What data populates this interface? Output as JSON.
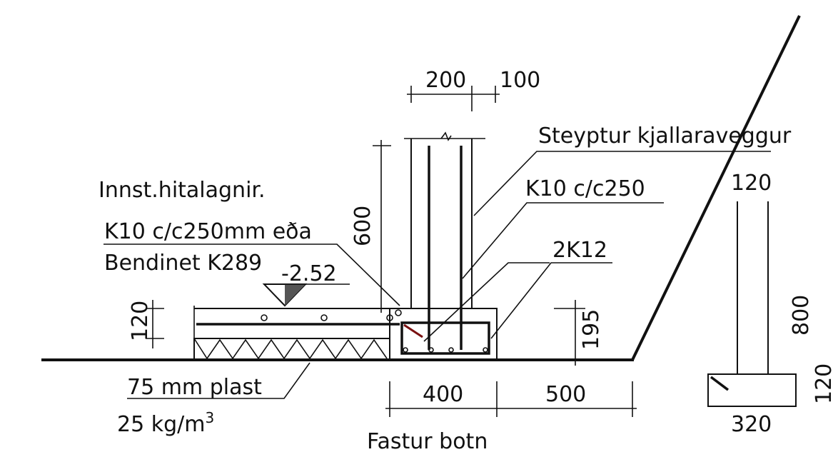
{
  "labels": {
    "wall_thickness": "200",
    "wall_offset": "100",
    "wall_title": "Steyptur kjallaraveggur",
    "heating": "Innst.hitalagnir.",
    "wall_rebar": "K10 c/c250",
    "slab_rebar": "K10 c/c250mm eða",
    "mesh": "Bendinet K289",
    "wall_height": "600",
    "level": "-2.52",
    "footing_rebar": "2K12",
    "slab_thickness": "120",
    "footing_height": "195",
    "insulation": "75 mm plast",
    "density_value": "25 kg/m",
    "density_exp": "3",
    "footing_width": "400",
    "footing_ext": "500",
    "footing_title": "Fastur botn",
    "section_wall_width": "120",
    "section_height": "800",
    "section_footing_height": "120",
    "section_footing_width": "320"
  },
  "colors": {
    "line": "#111111",
    "ground_fill": "#e6e6e6",
    "rebar_accent": "#7a1010"
  }
}
